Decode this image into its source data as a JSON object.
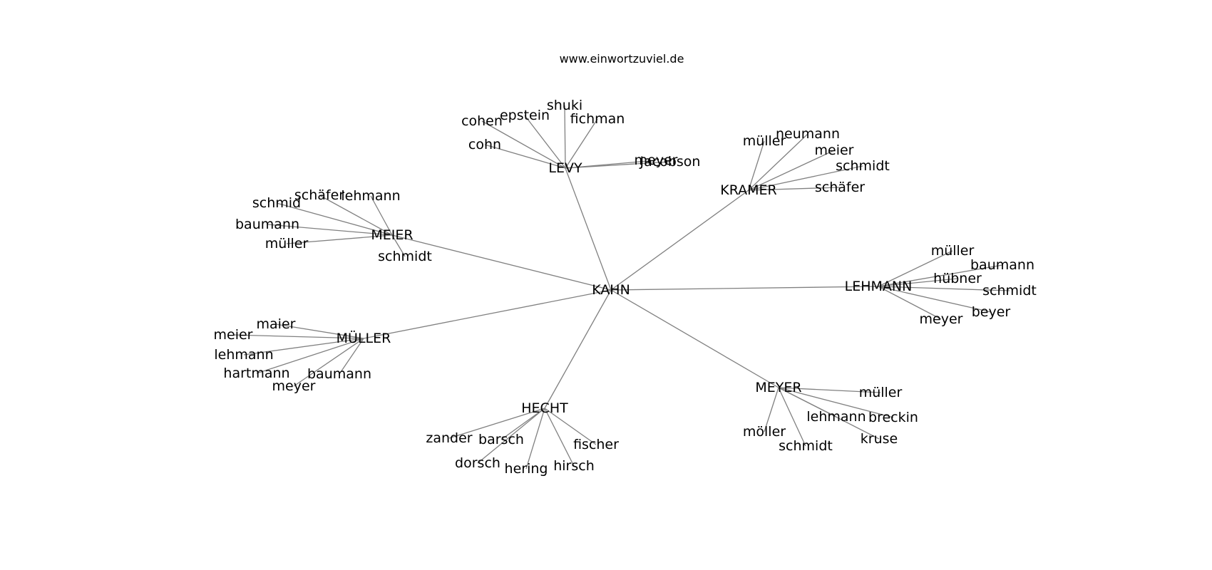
{
  "title": "www.einwortzuviel.de",
  "edge_color": "#808080",
  "root": "KAHN",
  "groups": [
    {
      "name": "LEVY",
      "leaves": [
        "cohen",
        "epstein",
        "shuki",
        "fichman",
        "cohn",
        "meyer",
        "Jacobson"
      ]
    },
    {
      "name": "KRAMER",
      "leaves": [
        "müller",
        "neumann",
        "meier",
        "schmidt",
        "schäfer"
      ]
    },
    {
      "name": "MEIER",
      "leaves": [
        "schmid",
        "schäfer",
        "lehmann",
        "baumann",
        "müller",
        "schmidt"
      ]
    },
    {
      "name": "LEHMANN",
      "leaves": [
        "müller",
        "baumann",
        "hübner",
        "schmidt",
        "beyer",
        "meyer"
      ]
    },
    {
      "name": "MÜLLER",
      "leaves": [
        "maier",
        "meier",
        "lehmann",
        "hartmann",
        "meyer",
        "baumann"
      ]
    },
    {
      "name": "MEYER",
      "leaves": [
        "müller",
        "lehmann",
        "breckin",
        "kruse",
        "schmidt",
        "möller"
      ]
    },
    {
      "name": "HECHT",
      "leaves": [
        "zander",
        "barsch",
        "dorsch",
        "hering",
        "hirsch",
        "fischer"
      ]
    }
  ]
}
